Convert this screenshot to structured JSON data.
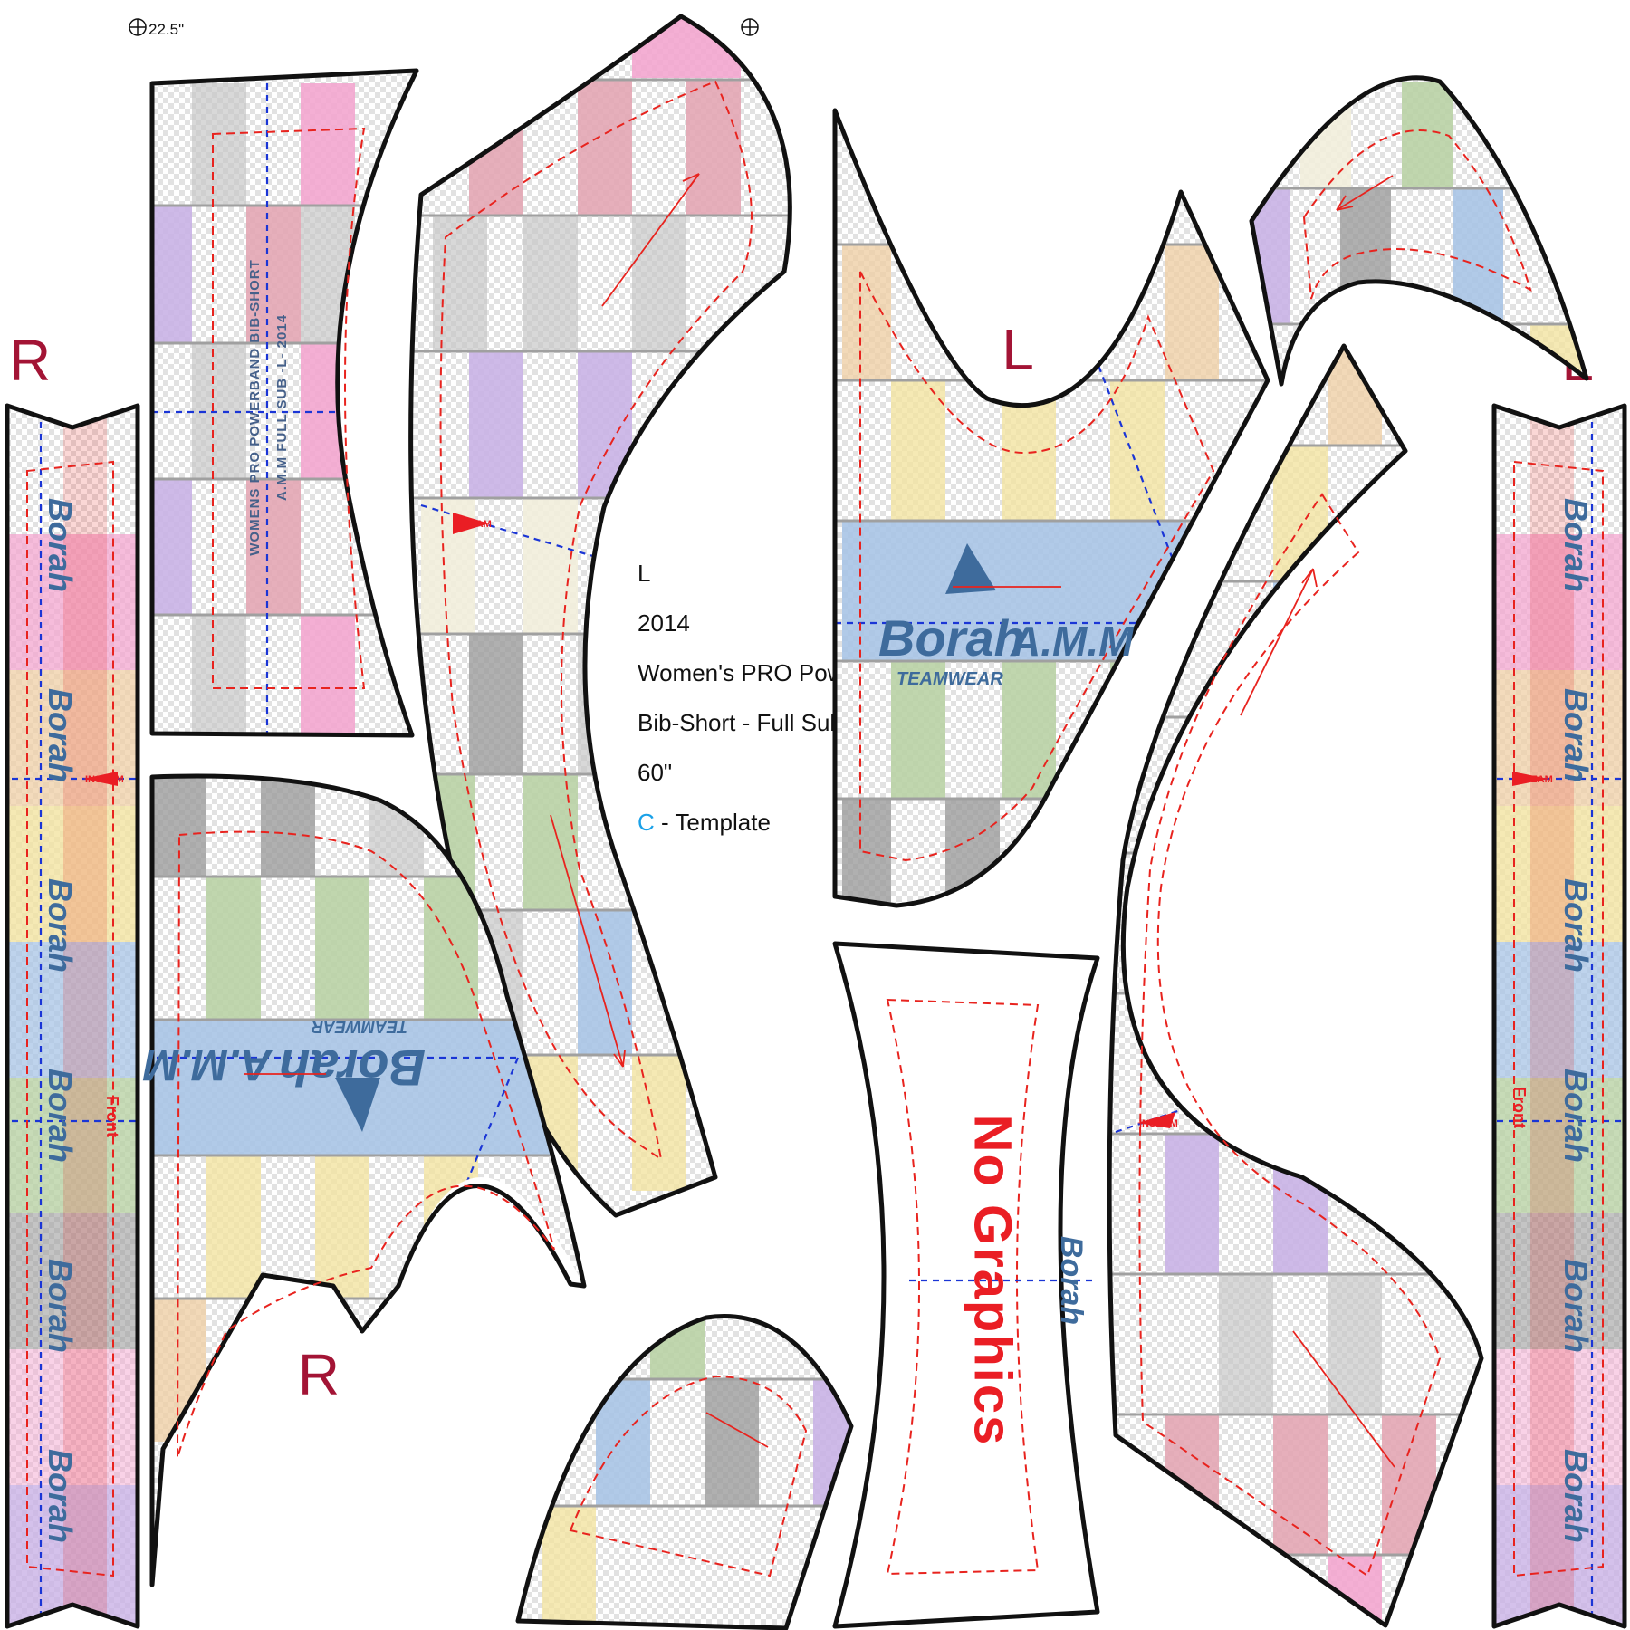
{
  "colors": {
    "pink": "#f3a6cf",
    "purple": "#c9b2e6",
    "gray": "#c8c8c8",
    "dark_gray": "#9c9c9c",
    "blue": "#a8c4e6",
    "green": "#b9d2a5",
    "yellow": "#f2e4a1",
    "peach": "#efcfa6",
    "cream": "#f2eedc",
    "rose": "#e3a6b4",
    "logo_blue": "#3e6b9c",
    "seam_red": "#e8231e",
    "center_blue": "#1a35d6"
  },
  "dimension_label": "22.5\"",
  "labels": {
    "left_r": "R",
    "right_l": "L",
    "upper_l": "L",
    "lower_r": "R"
  },
  "info": {
    "size": "L",
    "year": "2014",
    "product_line1": "Women's PRO Powerband",
    "product_line2": "Bib-Short - Full Sub",
    "width": "60\"",
    "template_code": "C",
    "template_rest": " - Template"
  },
  "panel_text": {
    "line1": "WOMENS PRO POWERBAND BIB-SHORT",
    "line2": "A.M.M   FULL SUB   -L-   2014"
  },
  "logo": {
    "brand": "Borah",
    "team": "A.M.M",
    "sub": "TEAMWEAR"
  },
  "no_graphics": "No Graphics",
  "side_brand": "Borah",
  "inseam": "INSEAM",
  "front": "Front"
}
